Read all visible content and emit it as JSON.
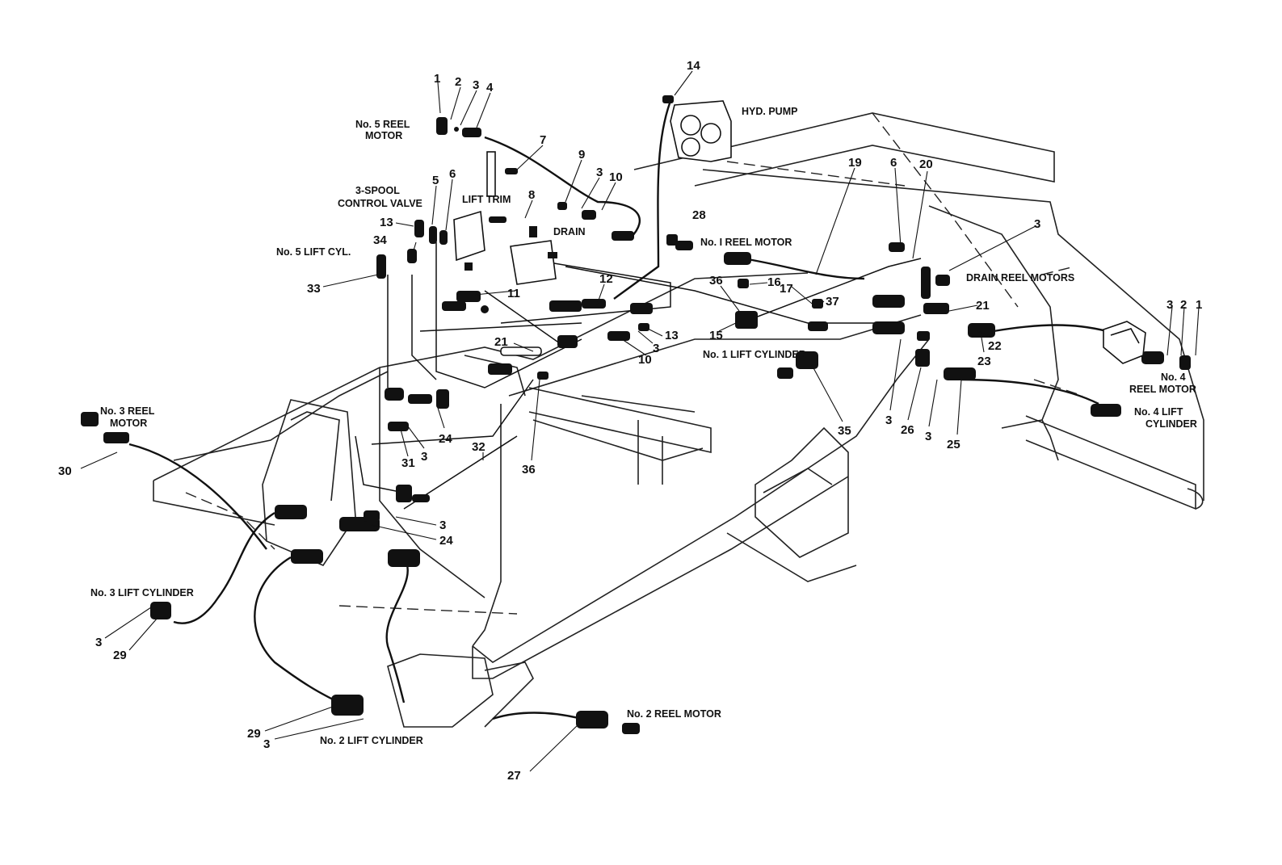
{
  "callouts": [
    {
      "id": "c1",
      "text": "1"
    },
    {
      "id": "c2",
      "text": "2"
    },
    {
      "id": "c3a",
      "text": "3"
    },
    {
      "id": "c4",
      "text": "4"
    },
    {
      "id": "c14",
      "text": "14"
    },
    {
      "id": "c7",
      "text": "7"
    },
    {
      "id": "c9",
      "text": "9"
    },
    {
      "id": "c3b",
      "text": "3"
    },
    {
      "id": "c10a",
      "text": "10"
    },
    {
      "id": "c8",
      "text": "8"
    },
    {
      "id": "c5",
      "text": "5"
    },
    {
      "id": "c6a",
      "text": "6"
    },
    {
      "id": "c13a",
      "text": "13"
    },
    {
      "id": "c34",
      "text": "34"
    },
    {
      "id": "c33",
      "text": "33"
    },
    {
      "id": "c28",
      "text": "28"
    },
    {
      "id": "c11",
      "text": "11"
    },
    {
      "id": "c12",
      "text": "12"
    },
    {
      "id": "c13b",
      "text": "13"
    },
    {
      "id": "c3c",
      "text": "3"
    },
    {
      "id": "c10b",
      "text": "10"
    },
    {
      "id": "c21a",
      "text": "21"
    },
    {
      "id": "c19",
      "text": "19"
    },
    {
      "id": "c6b",
      "text": "6"
    },
    {
      "id": "c20",
      "text": "20"
    },
    {
      "id": "c3d",
      "text": "3"
    },
    {
      "id": "c36a",
      "text": "36"
    },
    {
      "id": "c16",
      "text": "16"
    },
    {
      "id": "c17",
      "text": "17"
    },
    {
      "id": "c37",
      "text": "37"
    },
    {
      "id": "c15",
      "text": "15"
    },
    {
      "id": "c21b",
      "text": "21"
    },
    {
      "id": "c22",
      "text": "22"
    },
    {
      "id": "c23",
      "text": "23"
    },
    {
      "id": "c3e",
      "text": "3"
    },
    {
      "id": "c2b",
      "text": "2"
    },
    {
      "id": "c1b",
      "text": "1"
    },
    {
      "id": "c35",
      "text": "35"
    },
    {
      "id": "c3f",
      "text": "3"
    },
    {
      "id": "c26",
      "text": "26"
    },
    {
      "id": "c3g",
      "text": "3"
    },
    {
      "id": "c25",
      "text": "25"
    },
    {
      "id": "c30",
      "text": "30"
    },
    {
      "id": "c31",
      "text": "31"
    },
    {
      "id": "c3h",
      "text": "3"
    },
    {
      "id": "c24a",
      "text": "24"
    },
    {
      "id": "c32",
      "text": "32"
    },
    {
      "id": "c36b",
      "text": "36"
    },
    {
      "id": "c3i",
      "text": "3"
    },
    {
      "id": "c24b",
      "text": "24"
    },
    {
      "id": "c3j",
      "text": "3"
    },
    {
      "id": "c29a",
      "text": "29"
    },
    {
      "id": "c29b",
      "text": "29"
    },
    {
      "id": "c3k",
      "text": "3"
    },
    {
      "id": "c27",
      "text": "27"
    }
  ],
  "labels": [
    {
      "id": "no5_reel_motor_1",
      "text": "No. 5 REEL"
    },
    {
      "id": "no5_reel_motor_2",
      "text": "MOTOR"
    },
    {
      "id": "hyd_pump",
      "text": "HYD. PUMP"
    },
    {
      "id": "spool_valve_1",
      "text": "3-SPOOL"
    },
    {
      "id": "spool_valve_2",
      "text": "CONTROL VALVE"
    },
    {
      "id": "lift_trim",
      "text": "LIFT TRIM"
    },
    {
      "id": "drain",
      "text": "DRAIN"
    },
    {
      "id": "no5_lift_cyl",
      "text": "No. 5 LIFT CYL."
    },
    {
      "id": "no1_reel_motor",
      "text": "No. I REEL MOTOR"
    },
    {
      "id": "drain_reel_motors",
      "text": "DRAIN REEL MOTORS"
    },
    {
      "id": "no1_lift_cylinder",
      "text": "No. 1 LIFT CYLINDER"
    },
    {
      "id": "no4_reel_motor_1",
      "text": "No. 4"
    },
    {
      "id": "no4_reel_motor_2",
      "text": "REEL MOTOR"
    },
    {
      "id": "no4_lift_cyl_1",
      "text": "No. 4 LIFT"
    },
    {
      "id": "no4_lift_cyl_2",
      "text": "CYLINDER"
    },
    {
      "id": "no3_reel_motor_1",
      "text": "No. 3 REEL"
    },
    {
      "id": "no3_reel_motor_2",
      "text": "MOTOR"
    },
    {
      "id": "no3_lift_cylinder",
      "text": "No. 3 LIFT CYLINDER"
    },
    {
      "id": "no2_lift_cylinder",
      "text": "No. 2 LIFT CYLINDER"
    },
    {
      "id": "no2_reel_motor",
      "text": "No. 2 REEL MOTOR"
    }
  ]
}
